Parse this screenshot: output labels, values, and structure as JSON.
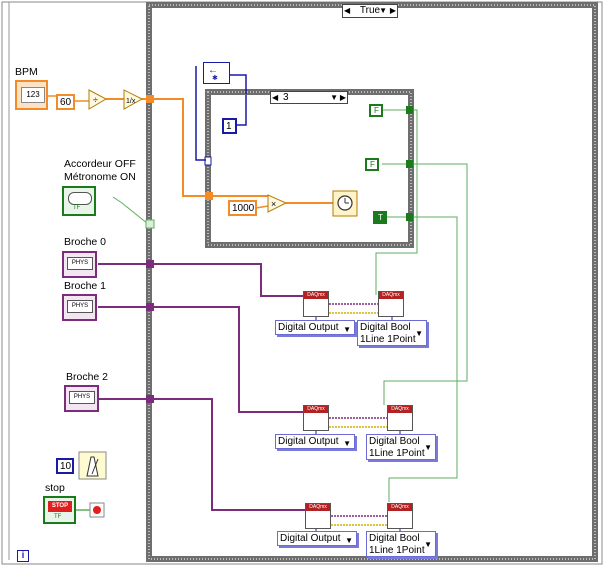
{
  "case": {
    "selector": "True"
  },
  "inner_case": {
    "selector": "3"
  },
  "controls": {
    "bpm": {
      "label": "BPM",
      "display": "123"
    },
    "accordeur": {
      "label_line1": "Accordeur OFF",
      "label_line2": "Métronome ON",
      "display": "TF"
    },
    "broche0": {
      "label": "Broche 0",
      "display": "PHYS"
    },
    "broche1": {
      "label": "Broche 1",
      "display": "PHYS"
    },
    "broche2": {
      "label": "Broche 2",
      "display": "PHYS"
    },
    "stop": {
      "label": "stop",
      "display": "STOP",
      "tf": "TF"
    }
  },
  "constants": {
    "sixty": "60",
    "thousand": "1000",
    "one": "1",
    "ten": "10",
    "info": "i",
    "bool_f1": "F",
    "bool_f2": "F",
    "bool_t": "T"
  },
  "daq": {
    "header": "DAQmx",
    "rows": [
      {
        "output_label": "Digital Output",
        "bool_line1": "Digital Bool",
        "bool_line2": "1Line 1Point"
      },
      {
        "output_label": "Digital Output",
        "bool_line1": "Digital Bool",
        "bool_line2": "1Line 1Point"
      },
      {
        "output_label": "Digital Output",
        "bool_line1": "Digital Bool",
        "bool_line2": "1Line 1Point"
      }
    ]
  },
  "colors": {
    "numeric_wire": "#f28c28",
    "dbl_wire": "#e07c10",
    "bool_wire": "#5fae5f",
    "io_wire": "#7b2d7b",
    "frame": "#6e6e6e",
    "int_blue": "#1a1aa8"
  }
}
